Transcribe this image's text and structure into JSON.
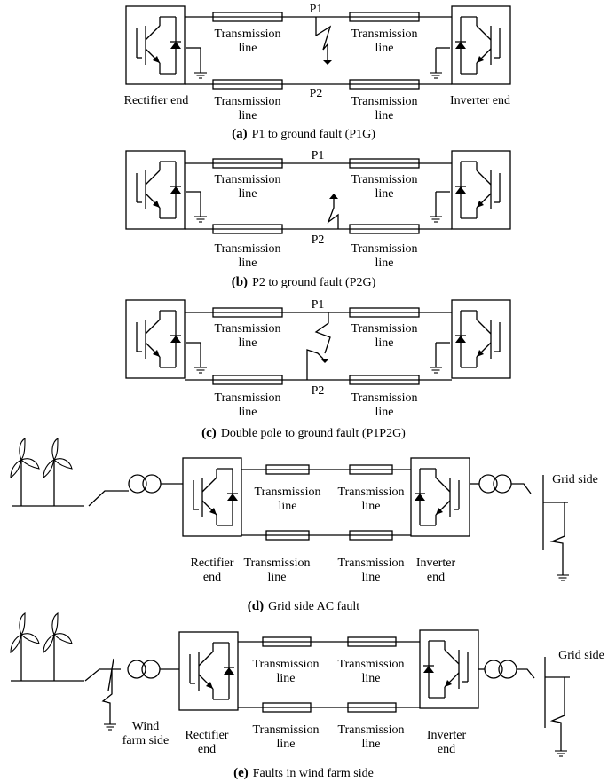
{
  "labels": {
    "transmission": "Transmission",
    "line": "line",
    "p1": "P1",
    "p2": "P2",
    "rectifier_end": "Rectifier end",
    "inverter_end": "Inverter end",
    "rectifier": "Rectifier",
    "inverter": "Inverter",
    "end": "end",
    "grid_side": "Grid side",
    "wind": "Wind",
    "farm_side": "farm side"
  },
  "captions": {
    "a_letter": "(a)",
    "a_text": "P1 to ground fault (P1G)",
    "b_letter": "(b)",
    "b_text": "P2 to ground fault (P2G)",
    "c_letter": "(c)",
    "c_text": "Double pole to ground fault (P1P2G)",
    "d_letter": "(d)",
    "d_text": "Grid side AC fault",
    "e_letter": "(e)",
    "e_text": "Faults in wind farm side"
  }
}
